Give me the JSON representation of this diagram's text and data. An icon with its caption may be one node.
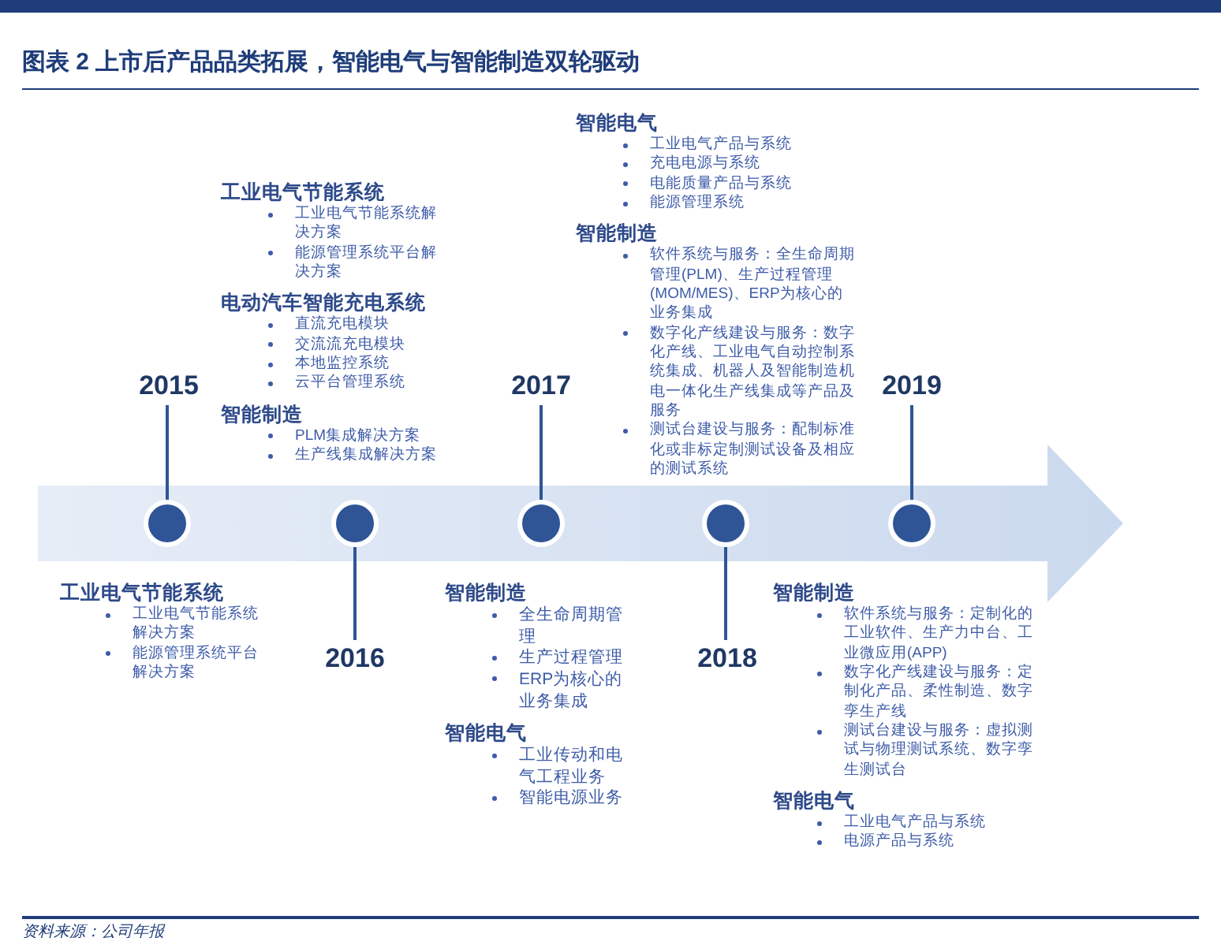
{
  "diagram": {
    "title": "图表 2 上市后产品品类拓展，智能电气与智能制造双轮驱动",
    "nodes": [
      {
        "text": [],
        "shape": "arrow"
      },
      {
        "text": [],
        "shape": "circle",
        "in": 0
      },
      {
        "text": [],
        "shape": "circle",
        "in": 0
      },
      {
        "text": [],
        "shape": "circle",
        "in": 0
      },
      {
        "text": [],
        "shape": "circle",
        "in": 0
      },
      {
        "text": [],
        "shape": "circle",
        "in": 0
      },
      {
        "text": [
          "2015"
        ]
      },
      {
        "text": [
          "2016"
        ]
      },
      {
        "text": [
          "2017"
        ]
      },
      {
        "text": [
          "2018"
        ]
      },
      {
        "text": [
          "2019"
        ]
      }
    ],
    "edges": [
      {
        "from": 1,
        "to": 6,
        "arrow": "none"
      },
      {
        "from": 2,
        "to": 7,
        "arrow": "none"
      },
      {
        "from": 3,
        "to": 8,
        "arrow": "none"
      },
      {
        "from": 4,
        "to": 9,
        "arrow": "none"
      },
      {
        "from": 5,
        "to": 10,
        "arrow": "none"
      }
    ],
    "labels": [
      "工业电气节能系统",
      "工业电气节能系统解决方案",
      "能源管理系统平台解决方案",
      "电动汽车智能充电系统",
      "直流充电模块",
      "交流流充电模块",
      "本地监控系统",
      "云平台管理系统",
      "智能制造",
      "PLM集成解决方案",
      "生产线集成解决方案",
      "智能电气",
      "工业电气产品与系统",
      "充电电源与系统",
      "电能质量产品与系统",
      "能源管理系统",
      "智能制造",
      "软件系统与服务：全生命周期管理(PLM)、生产过程管理(MOM/MES)、ERP为核心的业务集成",
      "数字化产线建设与服务：数字化产线、工业电气自动控制系统集成、机器人及智能制造机电一体化生产线集成等产品及服务",
      "测试台建设与服务：配制标准化或非标定制测试设备及相应的测试系统",
      "工业电气节能系统",
      "工业电气节能系统解决方案",
      "能源管理系统平台解决方案",
      "智能制造",
      "全生命周期管理",
      "生产过程管理",
      "ERP为核心的业务集成",
      "智能电气",
      "工业传动和电气工程业务",
      "智能电源业务",
      "智能制造",
      "软件系统与服务：定制化的工业软件、生产力中台、工业微应用(APP)",
      "数字化产线建设与服务：定制化产品、柔性制造、数字孪生产线",
      "测试台建设与服务：虚拟测试与物理测试系统、数字孪生测试台",
      "智能电气",
      "工业电气产品与系统",
      "电源产品与系统",
      "资料来源：公司年报"
    ]
  }
}
